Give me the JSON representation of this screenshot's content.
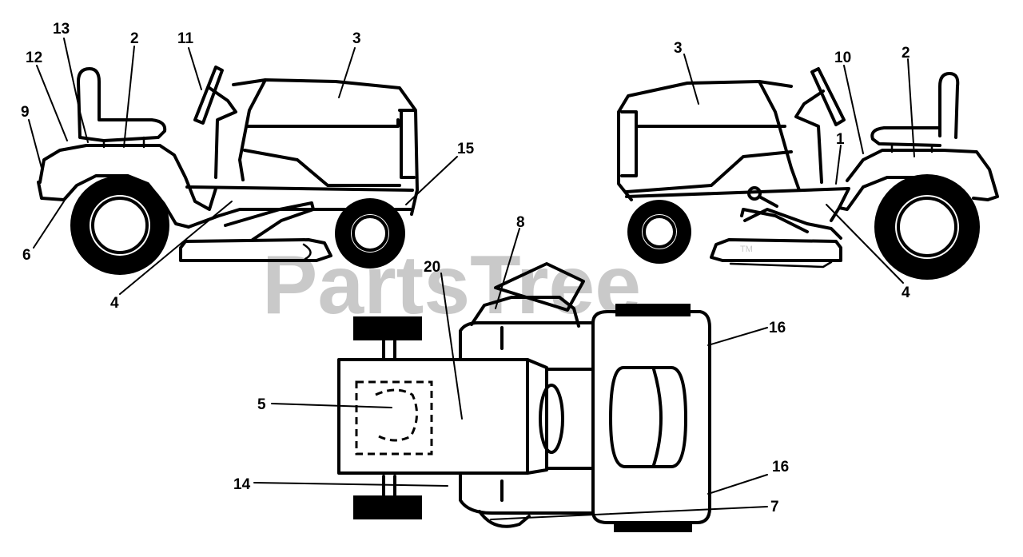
{
  "watermark": {
    "text": "PartsTree",
    "trademark": "TM",
    "color": "#c9c9c9"
  },
  "callouts": {
    "left": [
      "13",
      "2",
      "11",
      "3",
      "12",
      "9",
      "15",
      "6",
      "4"
    ],
    "right": [
      "3",
      "10",
      "2",
      "1",
      "4"
    ],
    "top": [
      "8",
      "20",
      "16",
      "5",
      "16",
      "14",
      "7"
    ]
  }
}
